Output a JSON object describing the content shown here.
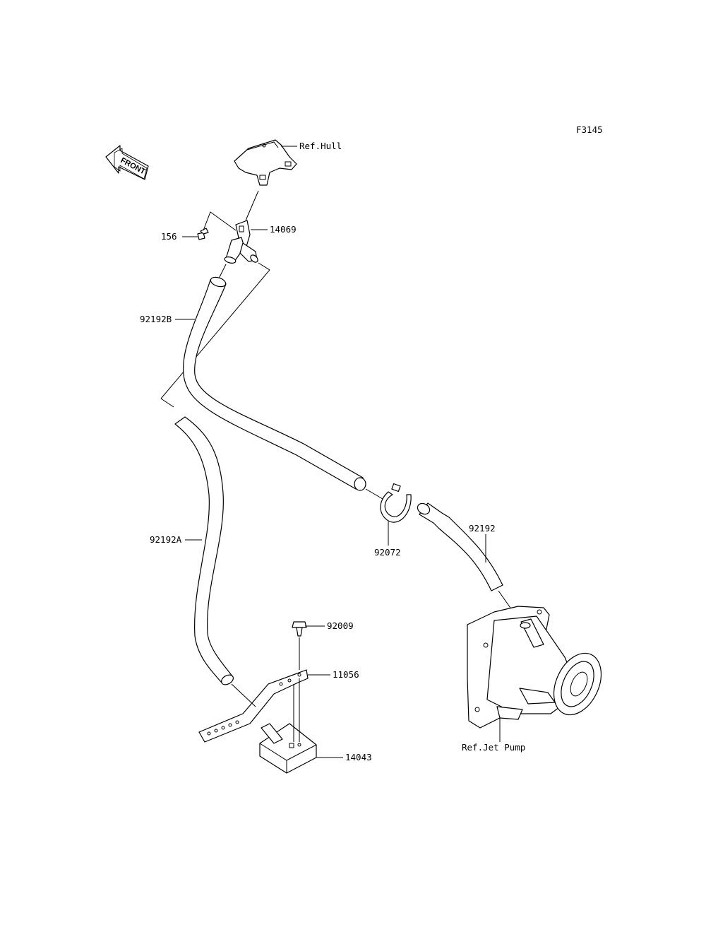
{
  "figure_code": "F3145",
  "front_label": "FRONT",
  "labels": {
    "ref_hull": "Ref.Hull",
    "p14069": "14069",
    "p156": "156",
    "p92192B": "92192B",
    "p92192A": "92192A",
    "p92072": "92072",
    "p92192": "92192",
    "p92009": "92009",
    "p11056": "11056",
    "p14043": "14043",
    "ref_jet_pump": "Ref.Jet Pump"
  }
}
